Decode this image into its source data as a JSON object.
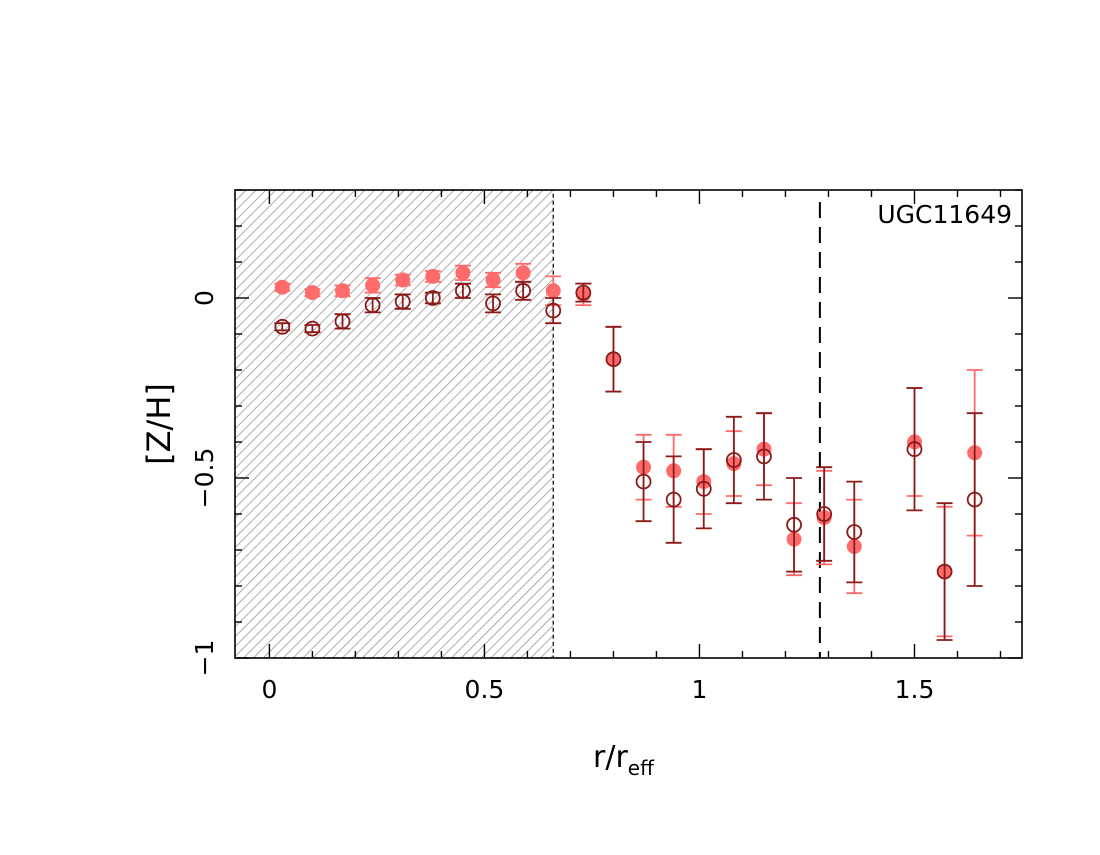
{
  "chart_data": {
    "type": "scatter",
    "title": "UGC11649",
    "xlabel": "r/r",
    "xlabel_sub": "eff",
    "ylabel": "[Z/H]",
    "xlim": [
      -0.08,
      1.75
    ],
    "ylim": [
      -1.0,
      0.3
    ],
    "grid": false,
    "legend": "none",
    "x_ticks": [
      {
        "value": 0,
        "label": "0"
      },
      {
        "value": 0.5,
        "label": "0.5"
      },
      {
        "value": 1,
        "label": "1"
      },
      {
        "value": 1.5,
        "label": "1.5"
      }
    ],
    "y_ticks": [
      {
        "value": 0,
        "label": "0"
      },
      {
        "value": -0.5,
        "label": "−0.5"
      },
      {
        "value": -1,
        "label": "−1"
      }
    ],
    "hatched_region": {
      "x_from": -0.08,
      "x_to": 0.66
    },
    "vline_x": 1.28,
    "colors": {
      "filled": "#ff6b6b",
      "open": "#8b1a1a",
      "hatch": "#999999"
    },
    "series": [
      {
        "style": "filled",
        "x": [
          0.03,
          0.1,
          0.17,
          0.24,
          0.31,
          0.38,
          0.45,
          0.52,
          0.59,
          0.66,
          0.73,
          0.8,
          0.87,
          0.94,
          1.01,
          1.08,
          1.15,
          1.22,
          1.29,
          1.36,
          1.5,
          1.57,
          1.64
        ],
        "y": [
          0.03,
          0.015,
          0.02,
          0.035,
          0.05,
          0.06,
          0.07,
          0.05,
          0.07,
          0.02,
          0.01,
          -0.17,
          -0.47,
          -0.48,
          -0.51,
          -0.46,
          -0.42,
          -0.67,
          -0.61,
          -0.69,
          -0.4,
          -0.76,
          -0.43
        ],
        "err": [
          0.01,
          0.01,
          0.015,
          0.02,
          0.015,
          0.015,
          0.02,
          0.02,
          0.025,
          0.04,
          0.03,
          0.09,
          0.09,
          0.1,
          0.09,
          0.09,
          0.1,
          0.1,
          0.13,
          0.13,
          0.15,
          0.18,
          0.23
        ]
      },
      {
        "style": "open",
        "x": [
          0.03,
          0.1,
          0.17,
          0.24,
          0.31,
          0.38,
          0.45,
          0.52,
          0.59,
          0.66,
          0.73,
          0.8,
          0.87,
          0.94,
          1.01,
          1.08,
          1.15,
          1.22,
          1.29,
          1.36,
          1.5,
          1.57,
          1.64
        ],
        "y": [
          -0.08,
          -0.085,
          -0.065,
          -0.02,
          -0.01,
          0.0,
          0.02,
          -0.015,
          0.02,
          -0.035,
          0.015,
          -0.17,
          -0.51,
          -0.56,
          -0.53,
          -0.45,
          -0.44,
          -0.63,
          -0.6,
          -0.65,
          -0.42,
          -0.76,
          -0.56
        ],
        "err": [
          0.01,
          0.01,
          0.02,
          0.02,
          0.02,
          0.015,
          0.02,
          0.025,
          0.025,
          0.035,
          0.025,
          0.09,
          0.11,
          0.12,
          0.11,
          0.12,
          0.12,
          0.13,
          0.13,
          0.14,
          0.17,
          0.19,
          0.24
        ]
      }
    ]
  }
}
